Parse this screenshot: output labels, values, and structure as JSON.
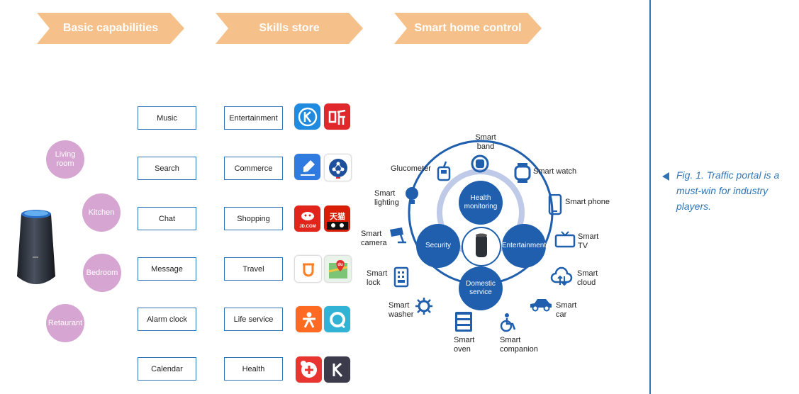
{
  "header": {
    "steps": [
      "Basic capabilities",
      "Skills store",
      "Smart home control"
    ],
    "accent": "#f6c08a"
  },
  "rooms": [
    "Living room",
    "Kitchen",
    "Bedroom",
    "Retaurant"
  ],
  "capabilities": [
    "Music",
    "Search",
    "Chat",
    "Message",
    "Alarm clock",
    "Calendar"
  ],
  "skills": [
    "Entertainment",
    "Commerce",
    "Shopping",
    "Travel",
    "Life service",
    "Health"
  ],
  "apps": [
    {
      "icon": "kugou-icon",
      "glyph": "K",
      "color": "#1f8be0"
    },
    {
      "icon": "ximalaya-icon",
      "glyph": "听",
      "color": "#e0282c"
    },
    {
      "icon": "pen-icon",
      "glyph": "✎",
      "color": "#2f7be0"
    },
    {
      "icon": "network-icon",
      "glyph": "⋈",
      "color": "#1d4f9c"
    },
    {
      "icon": "jdcom-icon",
      "glyph": "JD.COM",
      "color": "#e1251b"
    },
    {
      "icon": "tmall-icon",
      "glyph": "天猫",
      "color": "#d81e06"
    },
    {
      "icon": "didi-icon",
      "glyph": "D",
      "color": "#ff7e22"
    },
    {
      "icon": "baidu-map-icon",
      "glyph": "du",
      "color": "#3aa655"
    },
    {
      "icon": "dianping-icon",
      "glyph": "大",
      "color": "#ff6a22"
    },
    {
      "icon": "circle-app-icon",
      "glyph": "O",
      "color": "#31b3d6"
    },
    {
      "icon": "health-app-icon",
      "glyph": "+",
      "color": "#e8352f"
    },
    {
      "icon": "keep-icon",
      "glyph": "K",
      "color": "#3b3b4b"
    }
  ],
  "hub": {
    "center_nodes": [
      "Health monitoring",
      "Security",
      "Entertainment",
      "Domestic service"
    ],
    "devices": [
      {
        "label": "Smart band",
        "icon": "band-icon"
      },
      {
        "label": "Smart watch",
        "icon": "watch-icon"
      },
      {
        "label": "Smart phone",
        "icon": "phone-icon"
      },
      {
        "label": "Smart TV",
        "icon": "tv-icon"
      },
      {
        "label": "Smart cloud",
        "icon": "cloud-icon"
      },
      {
        "label": "Smart car",
        "icon": "car-icon"
      },
      {
        "label": "Smart companion",
        "icon": "wheelchair-icon"
      },
      {
        "label": "Smart oven",
        "icon": "oven-icon"
      },
      {
        "label": "Smart washer",
        "icon": "washer-icon"
      },
      {
        "label": "Smart lock",
        "icon": "lock-icon"
      },
      {
        "label": "Smart camera",
        "icon": "camera-icon"
      },
      {
        "label": "Smart lighting",
        "icon": "bulb-icon"
      },
      {
        "label": "Glucometer",
        "icon": "glucometer-icon"
      }
    ],
    "color": "#1f5fae"
  },
  "caption": "Fig. 1. Traffic portal is a must-win for industry players."
}
